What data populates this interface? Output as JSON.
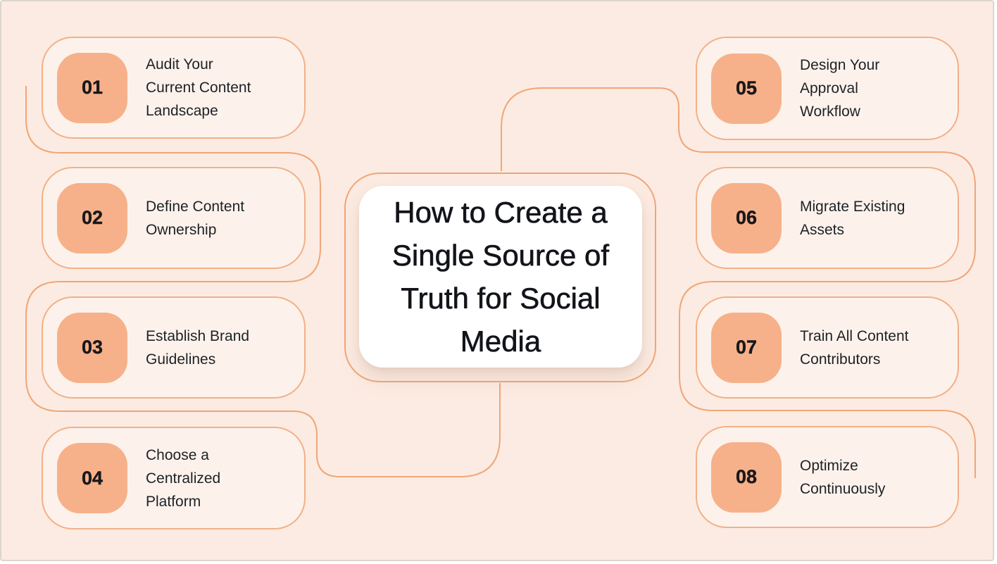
{
  "canvas": {
    "background": "#fcebe2",
    "frame_border": "#ddd5ce"
  },
  "colors": {
    "card_fill": "#fdf2eb",
    "card_border": "#f2b088",
    "badge_fill": "#f6b18a",
    "badge_text": "#18181b",
    "label_color": "#1d2127",
    "connector": "#efa678",
    "title_card_fill": "#ffffff",
    "title_color": "#12141a"
  },
  "center": {
    "title": "How to Create a\nSingle Source of\nTruth for Social\nMedia"
  },
  "steps": [
    {
      "number": "01",
      "label": "Audit Your\nCurrent Content\nLandscape"
    },
    {
      "number": "02",
      "label": "Define Content\nOwnership"
    },
    {
      "number": "03",
      "label": "Establish Brand\nGuidelines"
    },
    {
      "number": "04",
      "label": "Choose a\nCentralized\nPlatform"
    },
    {
      "number": "05",
      "label": "Design Your\nApproval\nWorkflow"
    },
    {
      "number": "06",
      "label": "Migrate Existing\nAssets"
    },
    {
      "number": "07",
      "label": "Train All Content\nContributors"
    },
    {
      "number": "08",
      "label": "Optimize\nContinuously"
    }
  ]
}
